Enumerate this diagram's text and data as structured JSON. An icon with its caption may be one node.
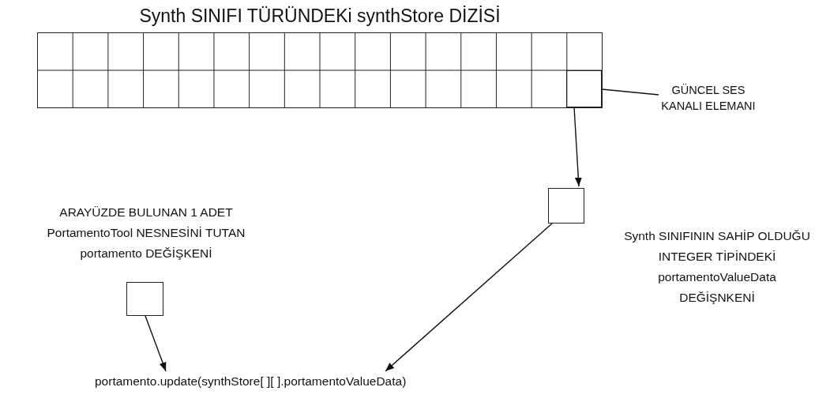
{
  "diagram": {
    "nodes": [
      {
        "text": [
          "Synth SINIFI TÜRÜNDEKi synthStore DİZİSİ"
        ]
      },
      {
        "text": [],
        "shape": "box",
        "in": 0
      },
      {
        "text": [
          "GÜNCEL SES KANALI ELEMANI"
        ]
      },
      {
        "text": [],
        "shape": "box",
        "beside": [
          "Synth SINIFININ SAHİP OLDUĞU INTEGER TİPİNDEKİ portamentoValueData DEĞİŞNKENİ"
        ]
      },
      {
        "text": [],
        "shape": "box",
        "beside": [
          "ARAYÜZDE BULUNAN 1 ADET PortamentoTool NESNESİNİ TUTAN portamento DEĞİŞKENİ"
        ]
      },
      {
        "text": [
          "portamento.update(synthStore[ ][ ].portamentoValueData)"
        ]
      }
    ],
    "edges": [
      {
        "from": 2,
        "to": 1,
        "arrow": "none"
      },
      {
        "from": 1,
        "to": 3,
        "arrow": "to"
      },
      {
        "from": 3,
        "to": 5,
        "arrow": "to"
      },
      {
        "from": 4,
        "to": 5,
        "arrow": "to"
      }
    ]
  }
}
